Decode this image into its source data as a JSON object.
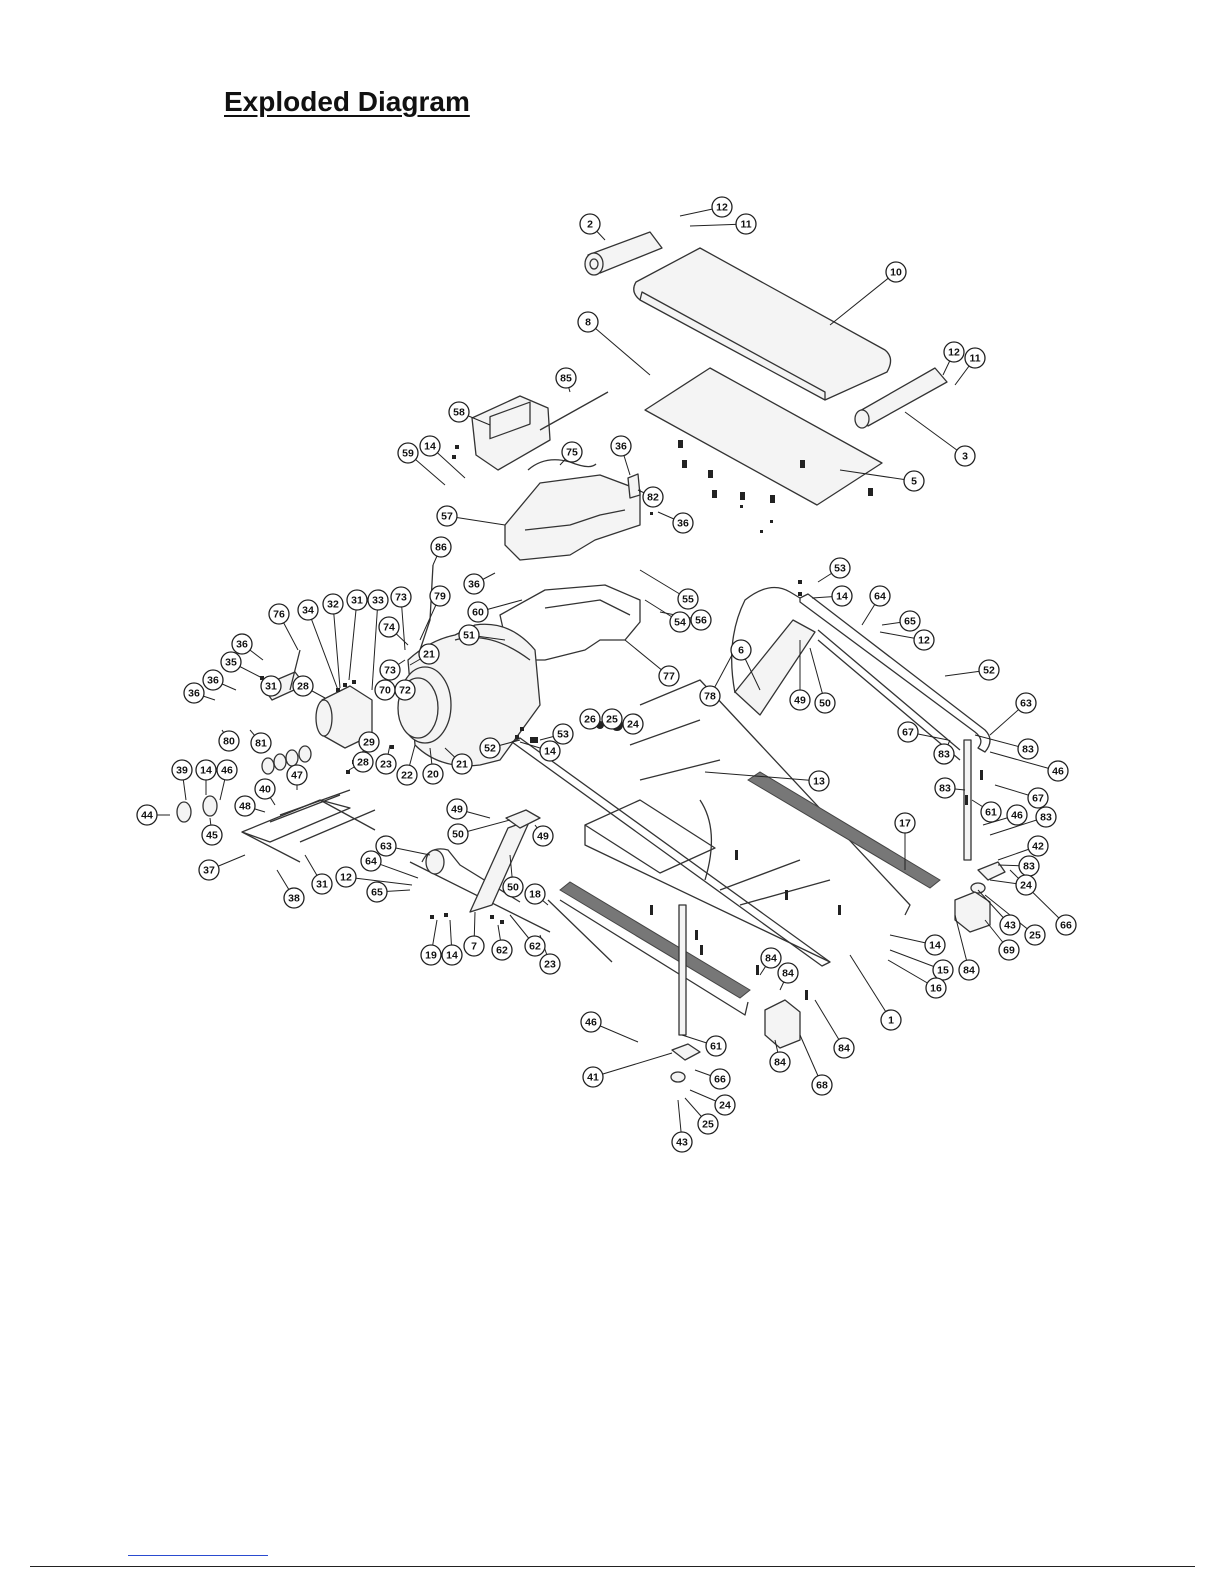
{
  "title": "Exploded Diagram",
  "callouts": [
    {
      "n": "2"
    },
    {
      "n": "12"
    },
    {
      "n": "11"
    },
    {
      "n": "10"
    },
    {
      "n": "8"
    },
    {
      "n": "12"
    },
    {
      "n": "11"
    },
    {
      "n": "85"
    },
    {
      "n": "3"
    },
    {
      "n": "58"
    },
    {
      "n": "36"
    },
    {
      "n": "14"
    },
    {
      "n": "59"
    },
    {
      "n": "75"
    },
    {
      "n": "82"
    },
    {
      "n": "5"
    },
    {
      "n": "57"
    },
    {
      "n": "36"
    },
    {
      "n": "86"
    },
    {
      "n": "53"
    },
    {
      "n": "55"
    },
    {
      "n": "36"
    },
    {
      "n": "64"
    },
    {
      "n": "14"
    },
    {
      "n": "60"
    },
    {
      "n": "65"
    },
    {
      "n": "32"
    },
    {
      "n": "31"
    },
    {
      "n": "33"
    },
    {
      "n": "73"
    },
    {
      "n": "79"
    },
    {
      "n": "54"
    },
    {
      "n": "56"
    },
    {
      "n": "12"
    },
    {
      "n": "76"
    },
    {
      "n": "34"
    },
    {
      "n": "51"
    },
    {
      "n": "74"
    },
    {
      "n": "6"
    },
    {
      "n": "52"
    },
    {
      "n": "36"
    },
    {
      "n": "21"
    },
    {
      "n": "78"
    },
    {
      "n": "77"
    },
    {
      "n": "35"
    },
    {
      "n": "73"
    },
    {
      "n": "49"
    },
    {
      "n": "50"
    },
    {
      "n": "63"
    },
    {
      "n": "36"
    },
    {
      "n": "70"
    },
    {
      "n": "72"
    },
    {
      "n": "28"
    },
    {
      "n": "31"
    },
    {
      "n": "36"
    },
    {
      "n": "26"
    },
    {
      "n": "25"
    },
    {
      "n": "24"
    },
    {
      "n": "53"
    },
    {
      "n": "80"
    },
    {
      "n": "81"
    },
    {
      "n": "29"
    },
    {
      "n": "14"
    },
    {
      "n": "83"
    },
    {
      "n": "83"
    },
    {
      "n": "28"
    },
    {
      "n": "23"
    },
    {
      "n": "22"
    },
    {
      "n": "20"
    },
    {
      "n": "21"
    },
    {
      "n": "52"
    },
    {
      "n": "67"
    },
    {
      "n": "46"
    },
    {
      "n": "13"
    },
    {
      "n": "39"
    },
    {
      "n": "14"
    },
    {
      "n": "46"
    },
    {
      "n": "47"
    },
    {
      "n": "44"
    },
    {
      "n": "40"
    },
    {
      "n": "49"
    },
    {
      "n": "83"
    },
    {
      "n": "67"
    },
    {
      "n": "45"
    },
    {
      "n": "48"
    },
    {
      "n": "50"
    },
    {
      "n": "61"
    },
    {
      "n": "46"
    },
    {
      "n": "83"
    },
    {
      "n": "17"
    },
    {
      "n": "42"
    },
    {
      "n": "49"
    },
    {
      "n": "37"
    },
    {
      "n": "31"
    },
    {
      "n": "63"
    },
    {
      "n": "83"
    },
    {
      "n": "64"
    },
    {
      "n": "12"
    },
    {
      "n": "50"
    },
    {
      "n": "24"
    },
    {
      "n": "66"
    },
    {
      "n": "65"
    },
    {
      "n": "38"
    },
    {
      "n": "18"
    },
    {
      "n": "43"
    },
    {
      "n": "25"
    },
    {
      "n": "69"
    },
    {
      "n": "19"
    },
    {
      "n": "14"
    },
    {
      "n": "7"
    },
    {
      "n": "62"
    },
    {
      "n": "62"
    },
    {
      "n": "14"
    },
    {
      "n": "84"
    },
    {
      "n": "23"
    },
    {
      "n": "84"
    },
    {
      "n": "15"
    },
    {
      "n": "16"
    },
    {
      "n": "84"
    },
    {
      "n": "1"
    },
    {
      "n": "46"
    },
    {
      "n": "61"
    },
    {
      "n": "84"
    },
    {
      "n": "84"
    },
    {
      "n": "41"
    },
    {
      "n": "66"
    },
    {
      "n": "68"
    },
    {
      "n": "24"
    },
    {
      "n": "25"
    },
    {
      "n": "43"
    }
  ]
}
